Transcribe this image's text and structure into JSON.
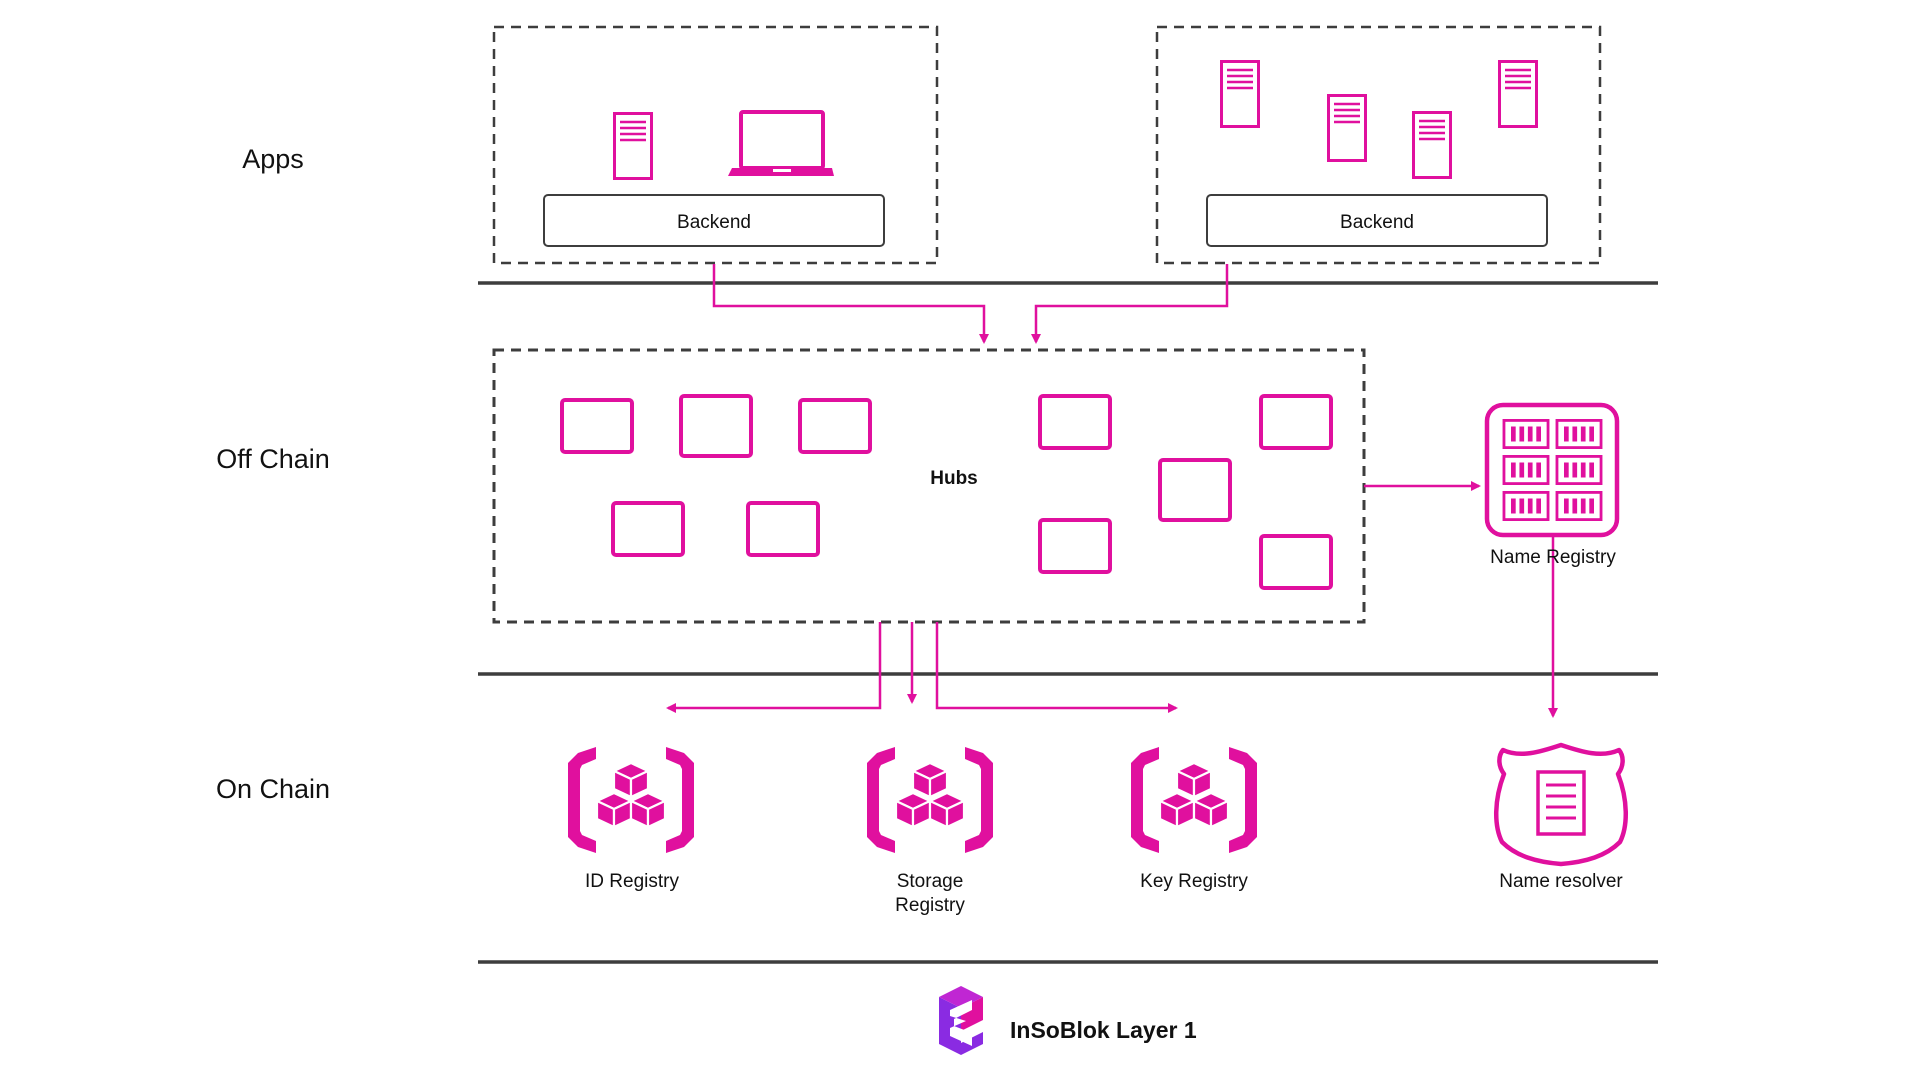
{
  "layers": {
    "apps": "Apps",
    "off_chain": "Off Chain",
    "on_chain": "On Chain"
  },
  "apps": {
    "left_backend": "Backend",
    "right_backend": "Backend"
  },
  "off_chain": {
    "hubs": "Hubs",
    "name_registry": "Name Registry"
  },
  "on_chain": {
    "id_registry": "ID Registry",
    "storage_registry_line1": "Storage",
    "storage_registry_line2": "Registry",
    "key_registry": "Key Registry",
    "name_resolver": "Name resolver"
  },
  "footer": {
    "brand": "InSoBlok Layer 1"
  },
  "icons": [
    "server-icon",
    "laptop-icon",
    "hub-node-icon",
    "database-grid-icon",
    "smart-contract-cubes-icon",
    "shield-document-icon",
    "insoblok-logo-icon"
  ],
  "colors": {
    "accent": "#e0109e",
    "line": "#3d3d3d",
    "text": "#111111"
  }
}
